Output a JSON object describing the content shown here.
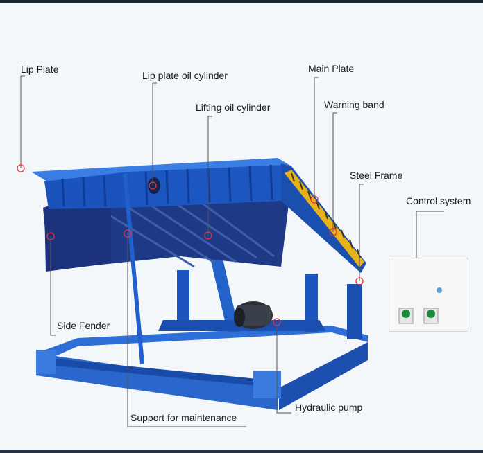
{
  "labels": {
    "lip_plate": "Lip Plate",
    "lip_plate_oil_cylinder": "Lip plate oil cylinder",
    "main_plate": "Main Plate",
    "lifting_oil_cylinder": "Lifting oil cylinder",
    "warning_band": "Warning band",
    "steel_frame": "Steel Frame",
    "control_system": "Control system",
    "side_fender": "Side Fender",
    "hydraulic_pump": "Hydraulic pump",
    "support_for_maintenance": "Support for maintenance"
  },
  "colors": {
    "frame_blue": "#1a58c2",
    "deck_dark": "#1e3f8f",
    "warning_yellow": "#e8b21a",
    "marker_red": "#e5333b"
  }
}
